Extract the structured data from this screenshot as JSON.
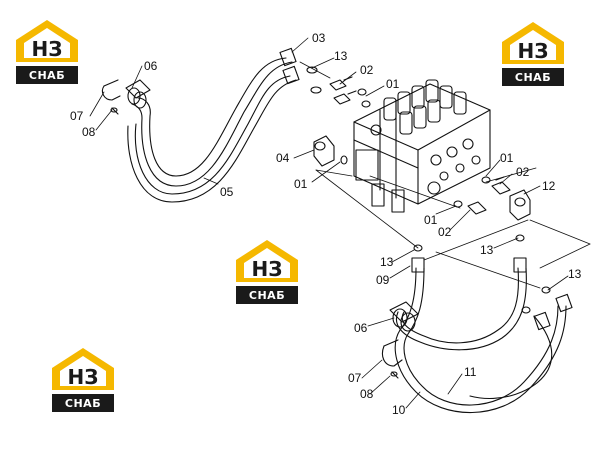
{
  "watermark": {
    "mark": "НЗ",
    "name": "СНАБ",
    "brand_color": "#f5b800",
    "text_color": "#1a1a1a"
  },
  "callouts": {
    "c03": "03",
    "c13a": "13",
    "c02a": "02",
    "c01a": "01",
    "c06a": "06",
    "c07a": "07",
    "c08a": "08",
    "c04": "04",
    "c01b": "01",
    "c05": "05",
    "c01c": "01",
    "c02b": "02",
    "c12": "12",
    "c01d": "01",
    "c02c": "02",
    "c13b": "13",
    "c13c": "13",
    "c09": "09",
    "c13d": "13",
    "c06b": "06",
    "c07b": "07",
    "c08b": "08",
    "c11": "11",
    "c10": "10"
  }
}
